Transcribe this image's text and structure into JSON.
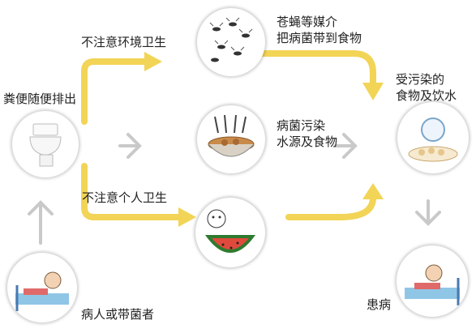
{
  "labels": {
    "patient": "病人或带菌者",
    "excrete": "粪便随便排出",
    "env_hygiene": "不注意环境卫生",
    "flies": "苍蝇等媒介\n把病菌带到食物",
    "water": "病菌污染\n水源及食物",
    "personal_hygiene": "不注意个人卫生",
    "contaminated": "受污染的\n食物及饮水",
    "illness": "患病"
  },
  "colors": {
    "yellow_arrow": "#f2d456",
    "gray_arrow": "#c9c9c9",
    "node_shadow": "#cfcfcf",
    "text": "#222222"
  },
  "icons": {
    "patient": "sick-person-in-bed-icon",
    "toilet": "toilet-icon",
    "flies": "flies-icon",
    "pot": "cooking-pot-icon",
    "watermelon": "watermelon-icon",
    "food": "food-plates-icon",
    "illness": "sick-person-in-bed-icon"
  }
}
